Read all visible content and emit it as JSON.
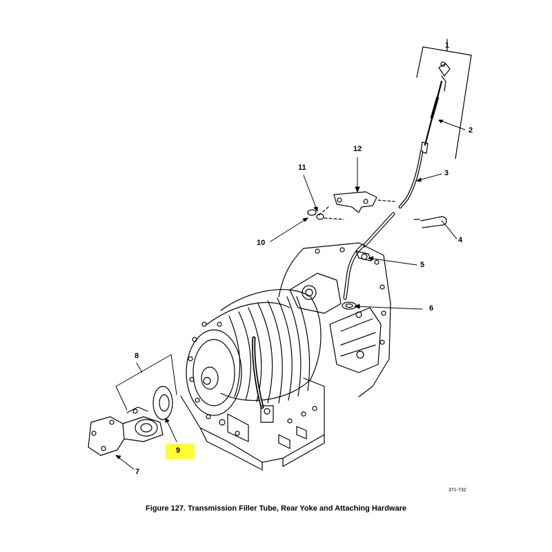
{
  "figure": {
    "caption": "Figure 127. Transmission Filler Tube, Rear Yoke and Attaching Hardware",
    "drawing_number": "371-732"
  },
  "callouts": {
    "c1": "1",
    "c2": "2",
    "c3": "3",
    "c4": "4",
    "c5": "5",
    "c6": "6",
    "c7": "7",
    "c8": "8",
    "c9": "9",
    "c10": "10",
    "c11": "11",
    "c12": "12"
  },
  "highlight": {
    "callout": "9",
    "color": "#ffff33"
  },
  "colors": {
    "ink": "#000000",
    "background": "#ffffff"
  }
}
